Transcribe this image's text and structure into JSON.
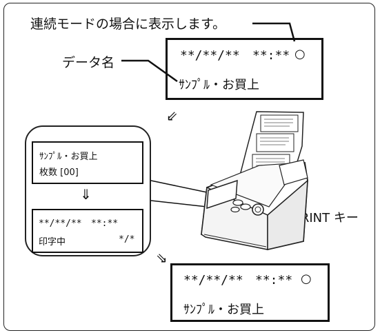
{
  "callouts": {
    "continuous_mode_note": "連続モードの場合に表示します。",
    "data_name_label": "データ名",
    "print_key_label": "PRINT キー"
  },
  "top_display": {
    "line1_date": "**/**/**",
    "line1_time": "**:**",
    "indicator": "○",
    "line2": "ｻﾝﾌﾟﾙ・お買上"
  },
  "left_display_1": {
    "line1": "ｻﾝﾌﾟﾙ・お買上",
    "line2": "枚数 [00]"
  },
  "left_display_2": {
    "line1_date": "**/**/**",
    "line1_time": "**:**",
    "line2_left": "印字中",
    "line2_right": "*/*"
  },
  "bottom_display": {
    "line1_date": "**/**/**",
    "line1_time": "**:**",
    "indicator": "○",
    "line2": "ｻﾝﾌﾟﾙ・お買上"
  },
  "arrows": {
    "top_to_left": "⇙",
    "left_down": "⇓",
    "left_to_bottom": "⇘"
  }
}
